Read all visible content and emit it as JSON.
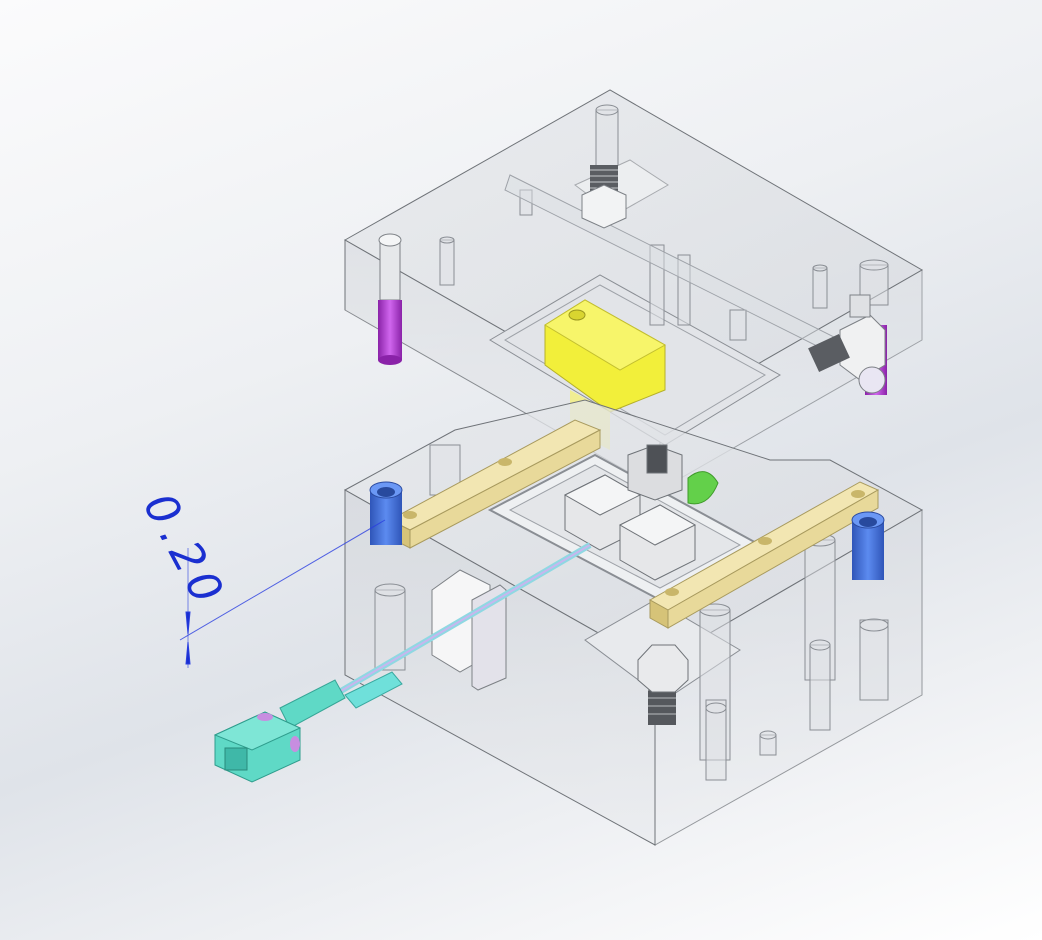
{
  "view": {
    "type": "3d-cad-assembly",
    "subject": "injection mold assembly (exploded, transparent plates)",
    "background": [
      "#fbfbfc",
      "#dfe3e9"
    ]
  },
  "dimension": {
    "value": "0.20",
    "color": "#1a2fd0"
  },
  "colors": {
    "plate_edge": "#6f7378",
    "insert_yellow": "#f2ef3a",
    "guide_bar_tan": "#e8d99a",
    "bushing_blue": "#3f6fd6",
    "screw_purple": "#b03ad0",
    "connector_teal": "#5fd9c6",
    "steel_grey": "#c9cbcf"
  },
  "components": [
    {
      "name": "top-plate"
    },
    {
      "name": "bottom-plate"
    },
    {
      "name": "core-insert-yellow"
    },
    {
      "name": "guide-bar-left"
    },
    {
      "name": "guide-bar-right"
    },
    {
      "name": "guide-bushing-left"
    },
    {
      "name": "guide-bushing-right"
    },
    {
      "name": "socket-head-screw"
    },
    {
      "name": "water-fitting-top"
    },
    {
      "name": "elbow-fitting-right"
    },
    {
      "name": "hex-bolt"
    },
    {
      "name": "slider-block"
    },
    {
      "name": "cable-connector"
    }
  ]
}
